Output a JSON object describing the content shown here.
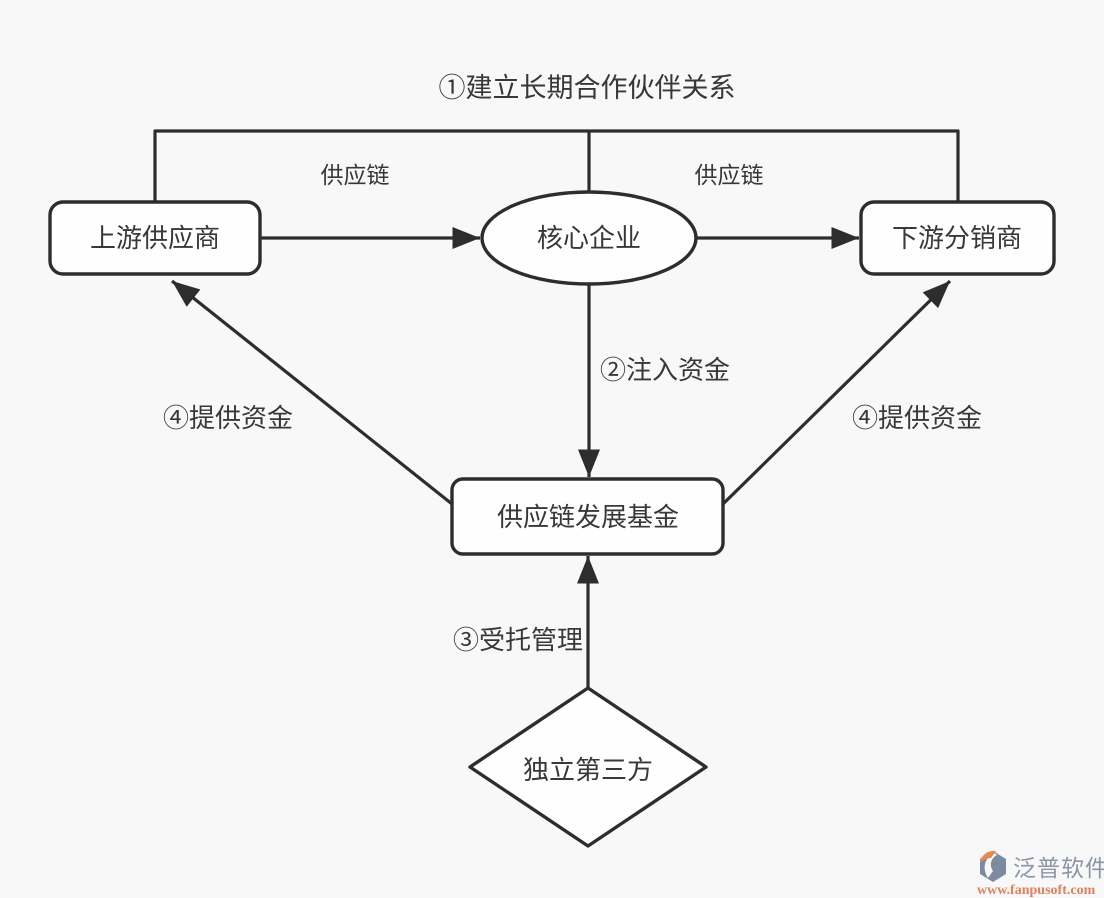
{
  "diagram": {
    "title": "①建立长期合作伙伴关系",
    "nodes": {
      "upstream": "上游供应商",
      "core": "核心企业",
      "downstream": "下游分销商",
      "fund": "供应链发展基金",
      "third_party": "独立第三方"
    },
    "labels": {
      "supply_chain_left": "供应链",
      "supply_chain_right": "供应链",
      "inject_funds": "②注入资金",
      "provide_funds_left": "④提供资金",
      "provide_funds_right": "④提供资金",
      "entrusted_management": "③受托管理"
    },
    "colors": {
      "line": "#2d2d2d",
      "text": "#383838",
      "background": "#f8f8f8",
      "node_fill": "#fefefe"
    }
  },
  "watermark": {
    "brand": "泛普软件",
    "url": "www.fanpusoft.com",
    "brand_color": "#8a96a8",
    "url_color": "#e0805c",
    "logo": "fanpu-logo"
  }
}
